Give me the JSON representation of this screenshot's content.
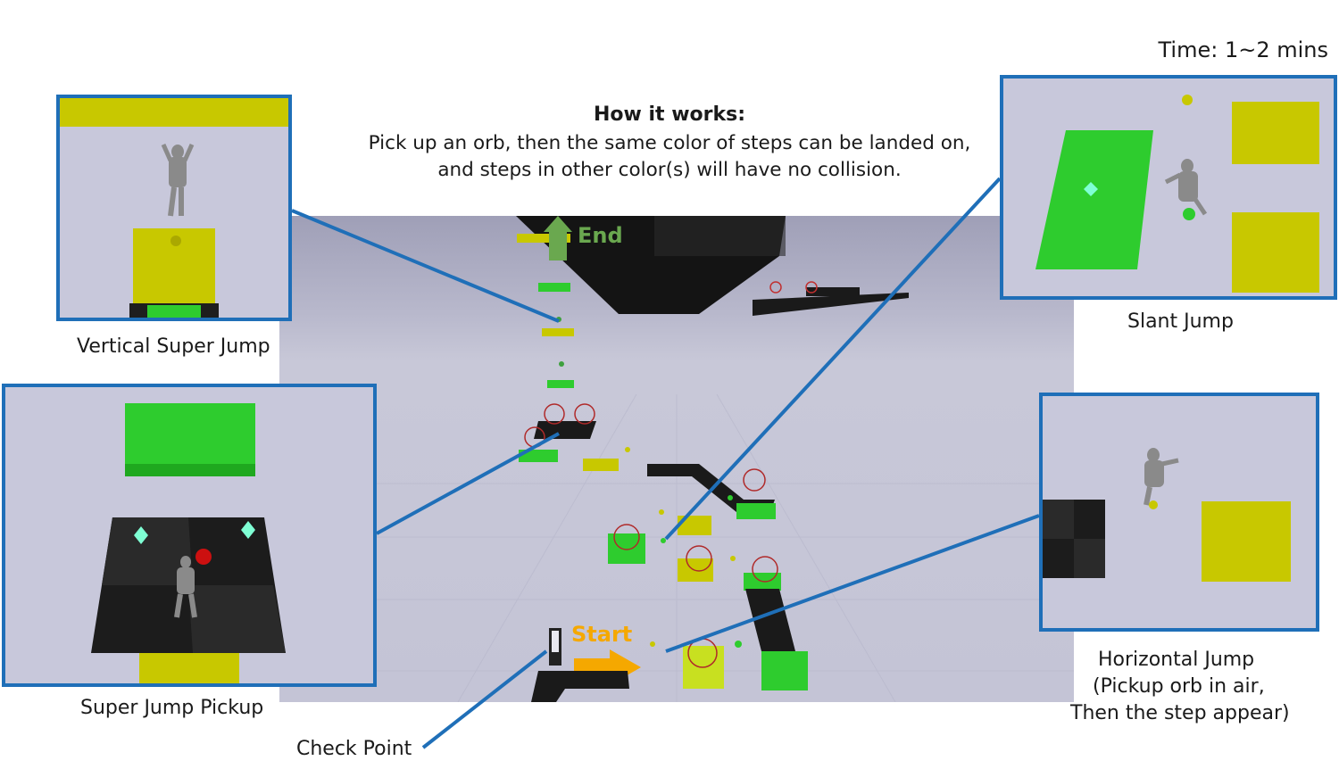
{
  "time_label": "Time: 1~2 mins",
  "how_it_works": {
    "title": "How it works:",
    "line1": "Pick up an orb, then the same color of steps can be landed on,",
    "line2": "and steps in other color(s) will have no collision."
  },
  "scene": {
    "end_label": "End",
    "start_label": "Start"
  },
  "captions": {
    "vertical_super_jump": "Vertical Super Jump",
    "super_jump_pickup": "Super Jump Pickup",
    "check_point": "Check Point",
    "slant_jump": "Slant Jump",
    "horizontal_jump_line1": "Horizontal Jump",
    "horizontal_jump_line2": "(Pickup orb in air,",
    "horizontal_jump_line3": "Then the step appear)"
  },
  "colors": {
    "callout_blue": "#1f6fb8",
    "step_green": "#2ecc2e",
    "step_yellow": "#c8c800",
    "end_green": "#6aa84f",
    "start_orange": "#f5a800"
  }
}
